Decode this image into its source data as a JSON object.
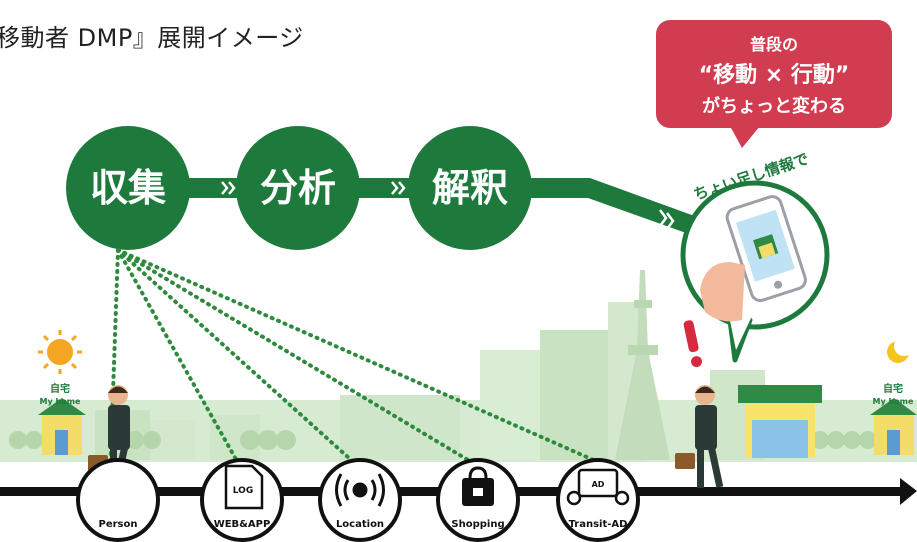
{
  "title": "移動者 DMP』展開イメージ",
  "steps": [
    {
      "label": "収集"
    },
    {
      "label": "分析"
    },
    {
      "label": "解釈"
    }
  ],
  "callout": {
    "line1": "普段の",
    "line2": "“移動 × 行動”",
    "line3": "がちょっと変わる"
  },
  "phone_caption": "ちょい足し情報で",
  "home_left": {
    "jp": "自宅",
    "en": "My home"
  },
  "home_right": {
    "jp": "自宅",
    "en": "My home"
  },
  "data_sources": [
    {
      "label": "Person",
      "icon": "person-icon"
    },
    {
      "label": "WEB&APP",
      "icon": "log-document-icon",
      "inner": "LOG"
    },
    {
      "label": "Location",
      "icon": "location-signal-icon"
    },
    {
      "label": "Shopping",
      "icon": "shopping-bag-icon"
    },
    {
      "label": "Transit-AD",
      "icon": "transit-ad-icon",
      "inner": "AD"
    }
  ],
  "colors": {
    "green": "#1e7a3c",
    "dotted": "#2e8b3e",
    "callout_red": "#d23c50",
    "exclaim_red": "#d52b3f",
    "city_green": "#cfe6c8",
    "timeline": "#111111"
  }
}
